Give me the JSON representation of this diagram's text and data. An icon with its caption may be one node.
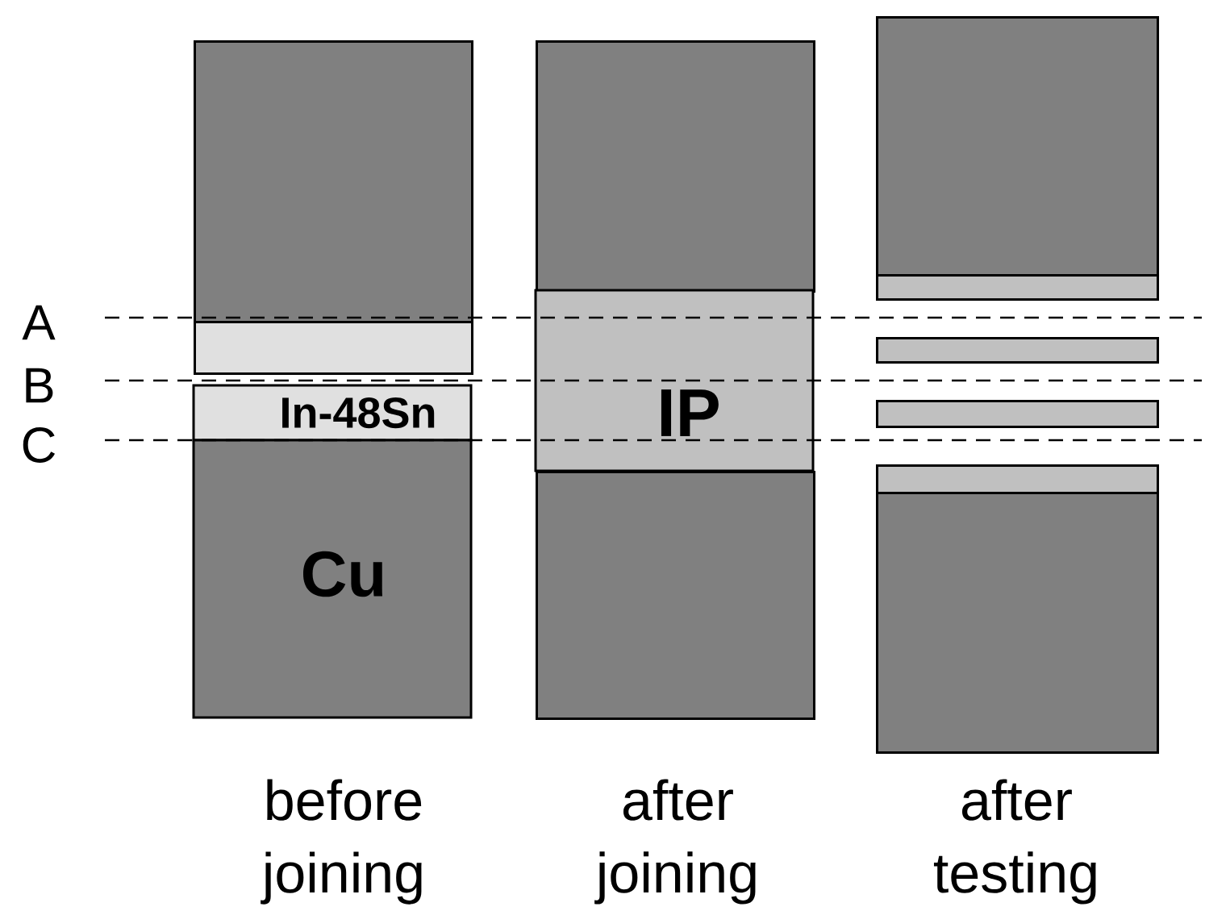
{
  "diagram": {
    "nodes": [
      {
        "text": [],
        "shape": "box"
      },
      {
        "text": [],
        "shape": "box"
      },
      {
        "text": [
          "In-48Sn"
        ]
      },
      {
        "text": [
          "Cu"
        ]
      },
      {
        "text": [],
        "shape": "box"
      },
      {
        "text": [
          "IP"
        ]
      },
      {
        "text": [],
        "shape": "box"
      },
      {
        "text": [],
        "shape": "box"
      },
      {
        "text": [],
        "shape": "box"
      },
      {
        "text": [],
        "shape": "box"
      },
      {
        "text": [],
        "shape": "box"
      },
      {
        "text": [],
        "shape": "box"
      },
      {
        "text": [],
        "shape": "box"
      }
    ],
    "labels": [
      "A",
      "B",
      "C",
      "before joining",
      "after joining",
      "after testing"
    ]
  }
}
